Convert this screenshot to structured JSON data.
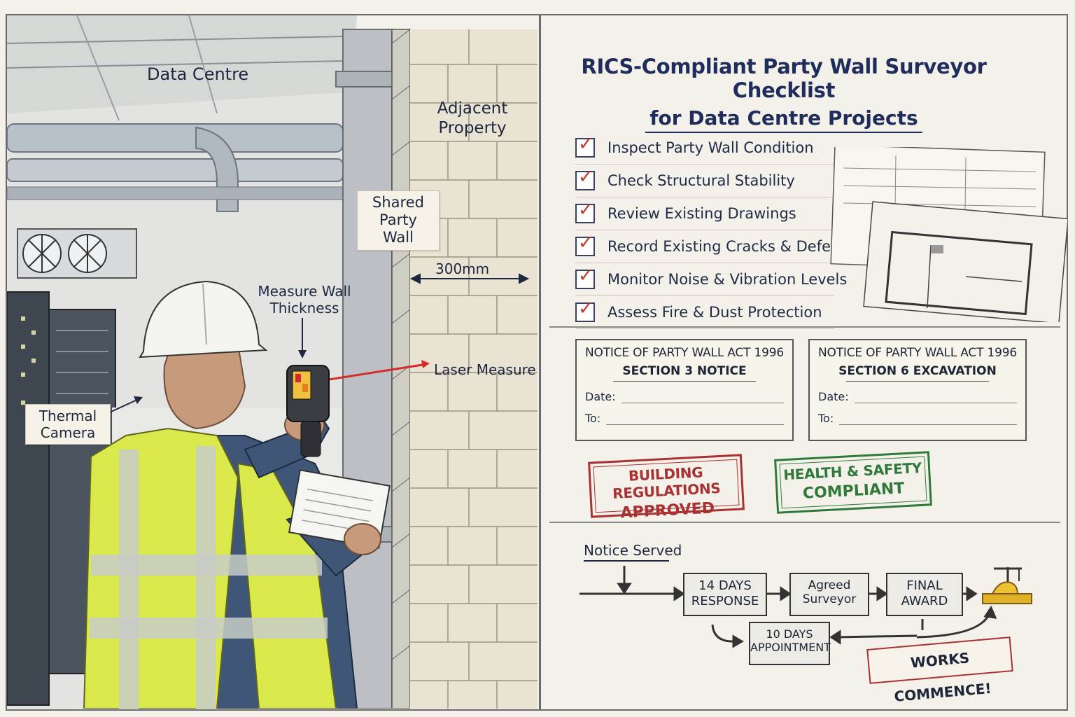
{
  "scene": {
    "data_centre_label": "Data Centre",
    "adjacent_property_label": "Adjacent Property",
    "shared_wall_label": "Shared Party Wall",
    "dimension_label": "300mm",
    "measure_label": "Measure Wall Thickness",
    "laser_label": "Laser Measure",
    "thermal_label": "Thermal Camera"
  },
  "panel": {
    "title_line1": "RICS-Compliant Party Wall Surveyor Checklist",
    "title_line2": "for Data Centre Projects",
    "checklist": [
      "Inspect Party Wall Condition",
      "Check Structural Stability",
      "Review Existing Drawings",
      "Record Existing Cracks & Defects",
      "Monitor Noise & Vibration Levels",
      "Assess Fire & Dust Protection"
    ],
    "check_mark": "✓",
    "notices": [
      {
        "title": "NOTICE OF PARTY WALL ACT 1996",
        "section": "SECTION 3 NOTICE",
        "date_label": "Date:",
        "to_label": "To:"
      },
      {
        "title": "NOTICE OF PARTY WALL ACT 1996",
        "section": "SECTION 6 EXCAVATION",
        "date_label": "Date:",
        "to_label": "To:"
      }
    ],
    "stamps": {
      "red_line1": "BUILDING REGULATIONS",
      "red_line2": "APPROVED",
      "green_line1": "HEALTH & SAFETY",
      "green_line2": "COMPLIANT"
    },
    "flow": {
      "start": "Notice Served",
      "step1": "14 DAYS RESPONSE",
      "step2": "Agreed Surveyor",
      "step3": "FINAL AWARD",
      "step4": "10 DAYS APPOINTMENT",
      "end": "WORKS COMMENCE!"
    }
  },
  "colors": {
    "ink_blue": "#1f2d5c",
    "stamp_red": "#a83232",
    "stamp_green": "#2f7a3a",
    "vest_yellow": "#d9e84a",
    "hat_white": "#f4f4f0",
    "laser_red": "#d62b2b"
  }
}
